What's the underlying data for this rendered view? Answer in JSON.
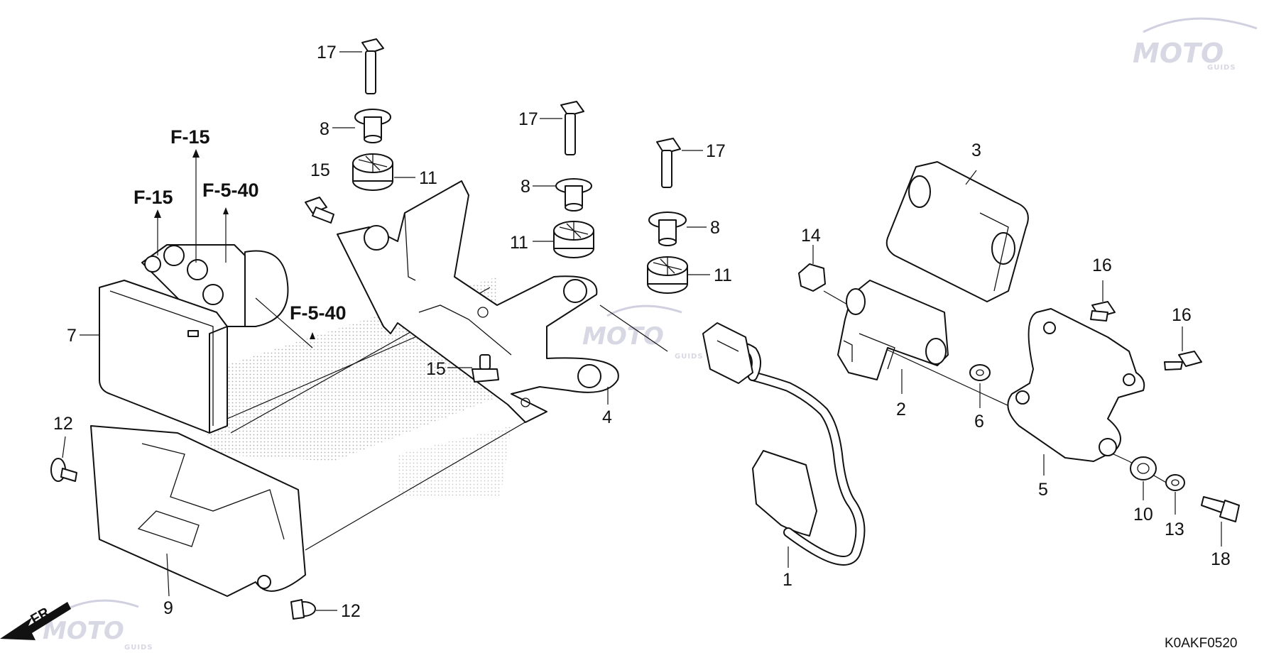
{
  "diagram": {
    "code": "K0AKF0520",
    "front_marker": "FR.",
    "references": {
      "f15_top": "F-15",
      "f15_left": "F-15",
      "f540_top": "F-5-40",
      "f540_right": "F-5-40"
    },
    "callouts": [
      {
        "id": "17a",
        "label": "17"
      },
      {
        "id": "17b",
        "label": "17"
      },
      {
        "id": "17c",
        "label": "17"
      },
      {
        "id": "8a",
        "label": "8"
      },
      {
        "id": "8b",
        "label": "8"
      },
      {
        "id": "8c",
        "label": "8"
      },
      {
        "id": "11a",
        "label": "11"
      },
      {
        "id": "11b",
        "label": "11"
      },
      {
        "id": "11c",
        "label": "11"
      },
      {
        "id": "15a",
        "label": "15"
      },
      {
        "id": "15b",
        "label": "15"
      },
      {
        "id": "7",
        "label": "7"
      },
      {
        "id": "12a",
        "label": "12"
      },
      {
        "id": "12b",
        "label": "12"
      },
      {
        "id": "9",
        "label": "9"
      },
      {
        "id": "4",
        "label": "4"
      },
      {
        "id": "3",
        "label": "3"
      },
      {
        "id": "14",
        "label": "14"
      },
      {
        "id": "2",
        "label": "2"
      },
      {
        "id": "6",
        "label": "6"
      },
      {
        "id": "1",
        "label": "1"
      },
      {
        "id": "16a",
        "label": "16"
      },
      {
        "id": "16b",
        "label": "16"
      },
      {
        "id": "5",
        "label": "5"
      },
      {
        "id": "10",
        "label": "10"
      },
      {
        "id": "13",
        "label": "13"
      },
      {
        "id": "18",
        "label": "18"
      }
    ],
    "watermark": {
      "main": "MOTO",
      "sub": "GUIDS"
    }
  }
}
